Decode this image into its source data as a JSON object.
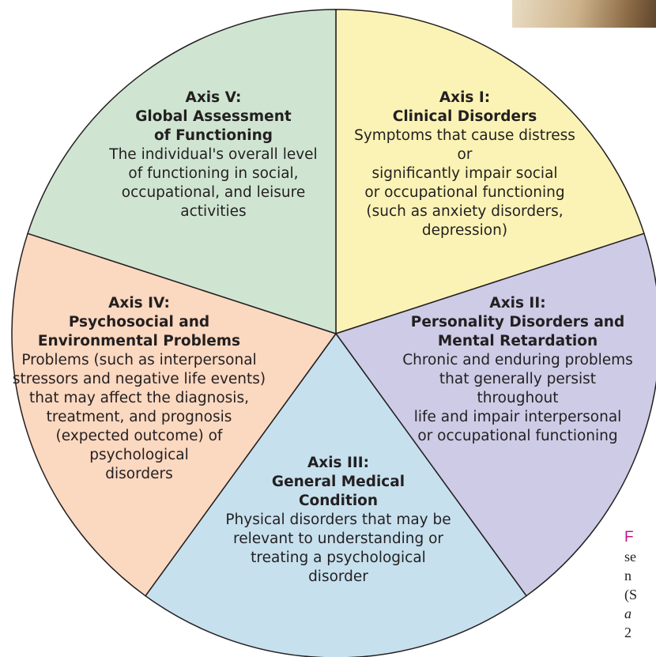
{
  "colors": {
    "axis1": "#fbf3b5",
    "axis2": "#cdcbe6",
    "axis3": "#c6e0ee",
    "axis4": "#fbd8c0",
    "axis5": "#cfe5d2",
    "outline": "#231f20",
    "caption_accent": "#c4168a"
  },
  "axes": {
    "axis1": {
      "title": [
        "Axis I:",
        "Clinical Disorders"
      ],
      "desc": [
        "Symptoms that cause distress or",
        "significantly impair social",
        "or occupational functioning",
        "(such as anxiety disorders,",
        "depression)"
      ]
    },
    "axis2": {
      "title": [
        "Axis II:",
        "Personality Disorders and",
        "Mental Retardation"
      ],
      "desc": [
        "Chronic and enduring problems",
        "that generally persist throughout",
        "life and impair interpersonal",
        "or occupational functioning"
      ]
    },
    "axis3": {
      "title": [
        "Axis III:",
        "General Medical",
        "Condition"
      ],
      "desc": [
        "Physical disorders that may be",
        "relevant to understanding or",
        "treating a psychological disorder"
      ]
    },
    "axis4": {
      "title": [
        "Axis IV:",
        "Psychosocial and",
        "Environmental Problems"
      ],
      "desc": [
        "Problems (such as interpersonal",
        "stressors and negative life events)",
        "that may affect the diagnosis,",
        "treatment, and prognosis",
        "(expected outcome) of",
        "psychological",
        "disorders"
      ]
    },
    "axis5": {
      "title": [
        "Axis V:",
        "Global Assessment",
        "of Functioning"
      ],
      "desc": [
        "The individual's overall level",
        "of functioning in social,",
        "occupational, and leisure",
        "activities"
      ]
    }
  },
  "caption_fragment": [
    "F",
    "se",
    "n",
    "(S",
    "a",
    "2"
  ]
}
